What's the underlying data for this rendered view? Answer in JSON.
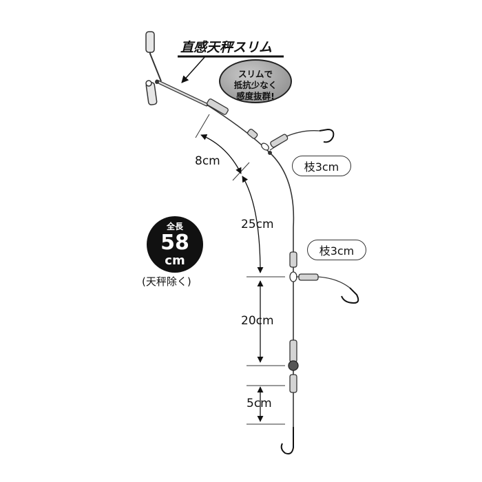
{
  "title": "直感天秤スリム",
  "bubble": {
    "line1": "スリムで",
    "line2": "抵抗少なく",
    "line3": "感度抜群!"
  },
  "branch_upper": "枝3cm",
  "branch_lower": "枝3cm",
  "total_badge": {
    "top": "全長",
    "value": "58",
    "unit": "cm"
  },
  "total_note": "(天秤除く)",
  "dimensions": {
    "d1": "8cm",
    "d2": "25cm",
    "d3": "20cm",
    "d4": "5cm"
  },
  "colors": {
    "line": "#222222",
    "tube": "#cfcfcf",
    "badge": "#111111",
    "bubble": "#9e9e9e"
  }
}
